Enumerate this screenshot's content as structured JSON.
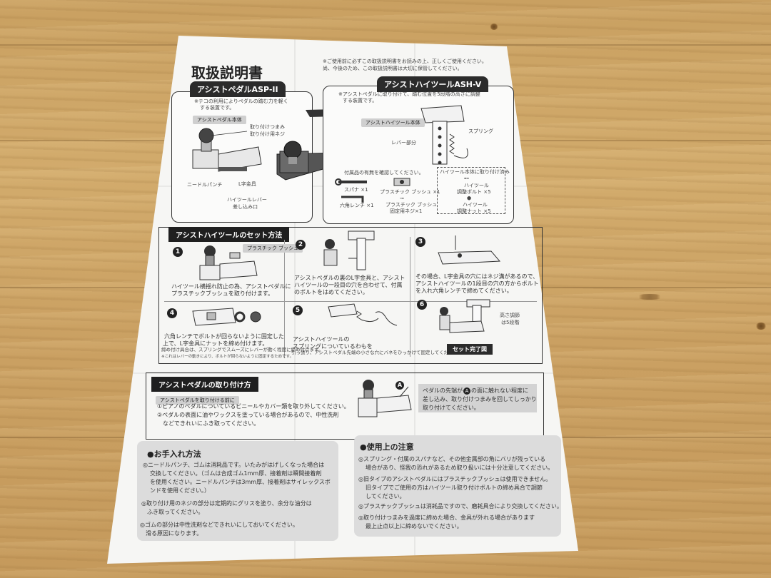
{
  "doc": {
    "title": "取扱説明書",
    "top_note_1": "※ご使用前に必ずこの取扱説明書をお読みの上、正しくご使用ください。",
    "top_note_2": "尚、今後のため、この取扱説明書は大切に保管してください。"
  },
  "asp": {
    "heading": "アシストペダルASP-II",
    "desc_1": "※テコの利用によりペダルの踏む力を軽く",
    "desc_2": "する装置です。",
    "body_label": "アシストペダル本体",
    "label_knob": "取り付けつまみ",
    "label_bolt": "取り付け用ネジ",
    "label_rubber": "ニードルパンチ",
    "label_lbracket": "L字金具",
    "label_lever_1": "ハイツールレバー",
    "label_lever_2": "差し込み口"
  },
  "ash": {
    "heading": "アシストハイツールASH-V",
    "desc_1": "※アシストペダルに取り付けて、踏む位置を5段階の高さに調整",
    "desc_2": "する装置です。",
    "body_label": "アシストハイツール本体",
    "label_lever": "レバー部分",
    "label_spring": "スプリング",
    "accessories_title": "付属品の有無を確認してください。",
    "acc_spanner": "スパナ ×1",
    "acc_hex": "六角レンチ ×1",
    "acc_bush": "プラスチック ブッシュ ×1",
    "acc_bush_screw_1": "プラスチック ブッシュ",
    "acc_bush_screw_2": "固定用ネジ×1",
    "acc_box_title": "ハイツール本体に取り付け済み",
    "acc_bolt_1": "ハイツール",
    "acc_bolt_2": "調整ボルト ×5",
    "acc_nut_1": "ハイツール",
    "acc_nut_2": "調整ナット ×5"
  },
  "setup": {
    "heading": "アシストハイツールのセット方法",
    "steps": [
      {
        "num": "1",
        "tag": "プラスチック ブッシュ",
        "text_1": "ハイツール横揺れ防止の為、アシストペダルに",
        "text_2": "プラスチックブッシュを取り付けます。",
        "text_3": ""
      },
      {
        "num": "2",
        "tag": "",
        "text_1": "アシストペダルの裏のL字金具と、アシスト",
        "text_2": "ハイツールの一段目の穴を合わせて、付属",
        "text_3": "のボルトをはめてください。"
      },
      {
        "num": "3",
        "tag": "",
        "text_1": "その場合、L字金具の穴にはネジ溝があるので、",
        "text_2": "アシストハイツールの1段目の穴の方からボルト",
        "text_3": "を入れ六角レンチで締めてください。"
      },
      {
        "num": "4",
        "tag": "",
        "text_1": "六角レンチでボルトが回らないように固定した",
        "text_2": "上で、L字金具にナットを締め付けます。",
        "text_3": "締め付け具合は、スプリングでスムーズにレバーが動く程度に締め付けます。"
      },
      {
        "num": "5",
        "tag": "",
        "text_1": "アシストハイツールの",
        "text_2": "スプリングについているわもを",
        "text_3": "引っ張り、アシストペダル先端の小さな穴にバネをひっかけて固定してください。"
      },
      {
        "num": "6",
        "tag": "",
        "text_1": "高さ調節",
        "text_2": "は5段階",
        "text_3": ""
      }
    ],
    "step4_footnote": "※これはレバーの動きにより、ボルトが回らないように固定するためです。",
    "done_label": "セット完了図"
  },
  "mount": {
    "heading": "アシストペダルの取り付け方",
    "before_label": "アシストペダルを取り付ける前に",
    "item_1": "①ピアノのペダルについているビニールやカバー類を取り外してください。",
    "item_2_1": "②ペダルの表面に油やワックスを塗っている場合があるので、中性洗剤",
    "item_2_2": "などできれいにふき取ってください。",
    "marker": "A",
    "right_1": "ペダルの先端が",
    "right_1b": "の面に触れない程度に",
    "right_2": "差し込み、取り付けつまみを回してしっかり",
    "right_3": "取り付けてください。"
  },
  "care": {
    "heading": "●お手入れ方法",
    "p1_1": "◎ニードルパンチ、ゴムは消耗品です。いたみがはげしくなった場合は",
    "p1_2": "交換してください。（ゴムは合成ゴム1mm厚、接着剤は瞬間接着剤",
    "p1_3": "を使用ください。ニードルパンチは3mm厚、接着剤はサイレックスボ",
    "p1_4": "ンドを使用ください。）",
    "p2_1": "◎取り付け用のネジの部分は定期的にグリスを塗り、余分な油分は",
    "p2_2": "ふき取ってください。",
    "p3_1": "◎ゴムの部分は中性洗剤などできれいにしておいてください。",
    "p3_2": "滑る原因になります。"
  },
  "caution": {
    "heading": "●使用上の注意",
    "p1_1": "◎スプリング・付属のスパナなど、その他金属部の角にバリが残っている",
    "p1_2": "場合があり、怪我の恐れがあるため取り扱いには十分注意してください。",
    "p2_1": "◎旧タイプのアシストペダルにはプラスチックブッシュは使用できません。",
    "p2_2": "旧タイプでご使用の方はハイツール取り付けボルトの締め具合で調節",
    "p2_3": "してください。",
    "p3": "◎プラスチックブッシュは消耗品ですので、磨耗具合により交換してください。",
    "p4_1": "◎取り付けつまみを過度に締めた場合、金具が外れる場合があります",
    "p4_2": "最上止点以上に締めないでください。"
  }
}
